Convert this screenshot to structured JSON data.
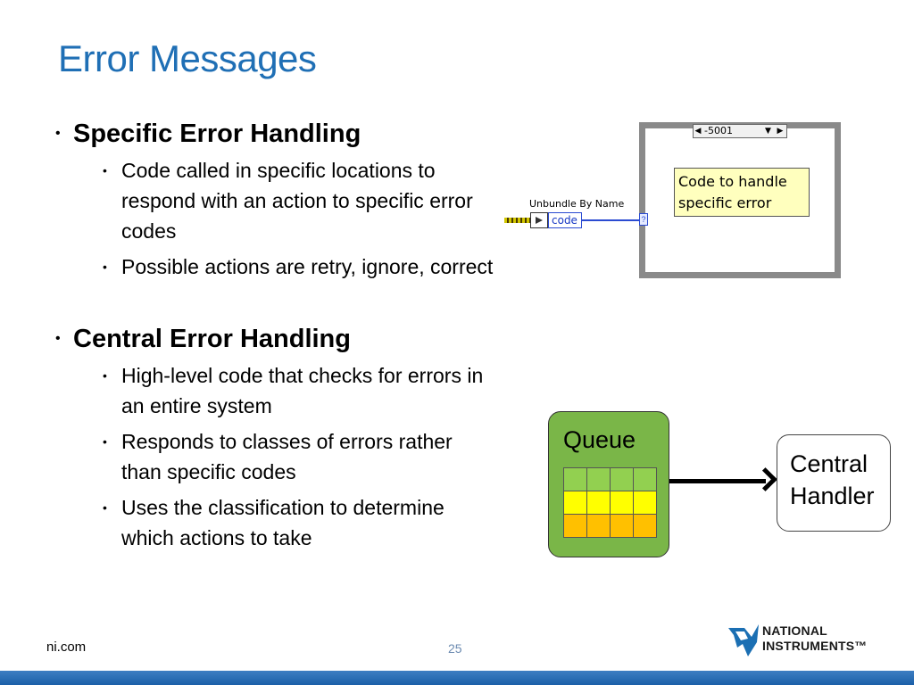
{
  "slide": {
    "title": "Error Messages",
    "sections": [
      {
        "heading": "Specific Error Handling",
        "items": [
          "Code called in specific locations to respond with an action to specific error codes",
          "Possible actions are retry, ignore, correct"
        ]
      },
      {
        "heading": "Central Error  Handling",
        "items": [
          "High-level code that checks for errors in an entire system",
          "Responds to classes of errors rather than specific codes",
          "Uses the classification to determine which actions to take"
        ]
      }
    ]
  },
  "diagram_specific": {
    "case_selector_value": "-5001",
    "unbundle_label": "Unbundle By Name",
    "terminal_label": "code",
    "tunnel_glyph": "?",
    "note_line1": "Code to handle",
    "note_line2": "specific error"
  },
  "diagram_central": {
    "queue_label": "Queue",
    "handler_line1": "Central",
    "handler_line2": "Handler",
    "queue_row_colors": [
      "#92d050",
      "#ffff00",
      "#ffc000"
    ]
  },
  "footer": {
    "site": "ni.com",
    "page_number": "25",
    "logo_line1": "NATIONAL",
    "logo_line2": "INSTRUMENTS™"
  }
}
